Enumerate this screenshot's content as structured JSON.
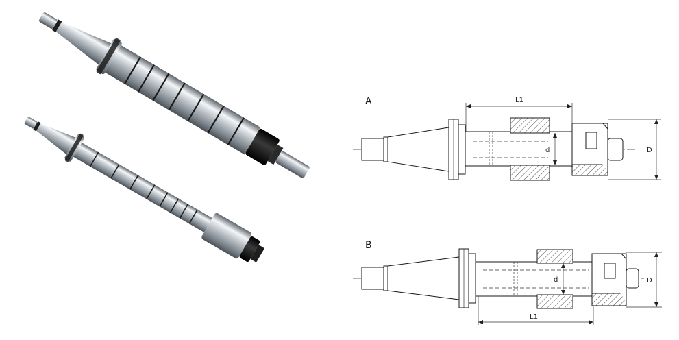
{
  "variants": [
    {
      "label": "A",
      "dims": {
        "L1": "L1",
        "d": "d",
        "D": "D"
      }
    },
    {
      "label": "B",
      "dims": {
        "L1": "L1",
        "d": "d",
        "D": "D"
      }
    }
  ],
  "colors": {
    "steel_light": "#e6e9ec",
    "steel_dark": "#6c747c",
    "black_part": "#141414",
    "line": "#1a1a1a"
  }
}
